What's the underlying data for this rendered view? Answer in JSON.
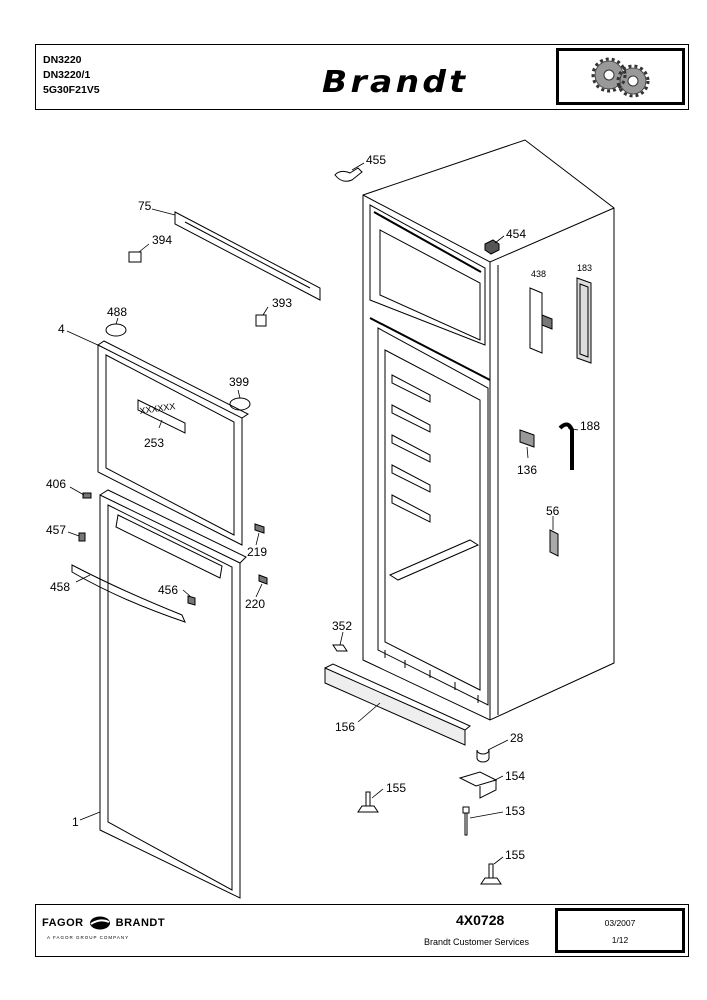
{
  "header": {
    "models": [
      "DN3220",
      "DN3220/1",
      "5G30F21V5"
    ],
    "brand": "Brandt"
  },
  "footer": {
    "company": "FAGOR",
    "company_b": "BRANDT",
    "company_sub": "A FAGOR GROUP COMPANY",
    "reference": "4X0728",
    "service": "Brandt Customer Services",
    "date": "03/2007",
    "page": "1/12"
  },
  "diagram": {
    "part_labels": [
      "455",
      "454",
      "438",
      "183",
      "75",
      "394",
      "393",
      "488",
      "4",
      "399",
      "253",
      "188",
      "136",
      "406",
      "457",
      "219",
      "458",
      "456",
      "56",
      "220",
      "352",
      "156",
      "28",
      "154",
      "155",
      "153",
      "155",
      "1"
    ],
    "panel_text": "XXXXXX"
  }
}
